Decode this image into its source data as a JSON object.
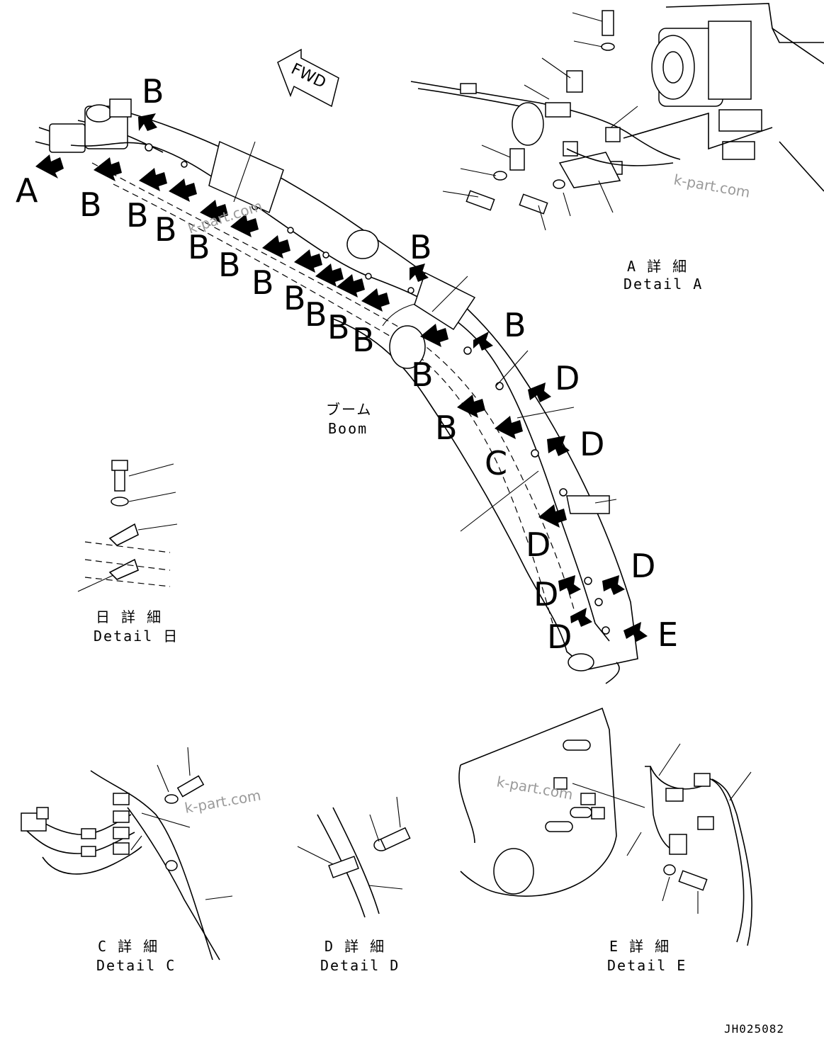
{
  "labels": {
    "A": "A",
    "B": "B",
    "C": "C",
    "D": "D",
    "E": "E"
  },
  "fwd": "FWD",
  "boom": {
    "jp": "ブーム",
    "en": "Boom"
  },
  "details": {
    "a": {
      "jp": "A 詳 細",
      "en": "Detail A"
    },
    "b": {
      "jp": "日 詳 細",
      "en": "Detail 日"
    },
    "c": {
      "jp": "C 詳 細",
      "en": "Detail C"
    },
    "d": {
      "jp": "D 詳 細",
      "en": "Detail D"
    },
    "e": {
      "jp": "E 詳 細",
      "en": "Detail E"
    }
  },
  "watermark": "k-part.com",
  "drawing_number": "JH025082"
}
